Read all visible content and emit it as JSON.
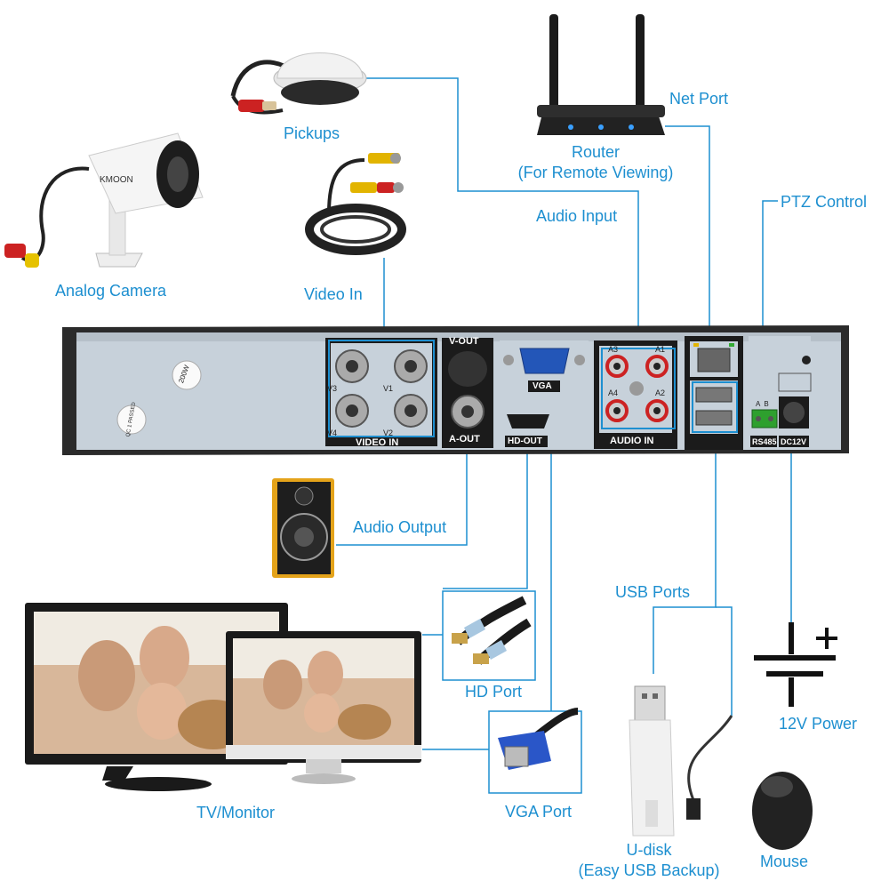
{
  "labels": {
    "pickups": "Pickups",
    "router": "Router",
    "router_sub": "(For Remote Viewing)",
    "net_port": "Net Port",
    "analog_camera": "Analog Camera",
    "video_in": "Video In",
    "audio_input": "Audio Input",
    "ptz_control": "PTZ Control",
    "audio_output": "Audio Output",
    "usb_ports": "USB Ports",
    "hd_port": "HD Port",
    "vga_port": "VGA Port",
    "tv_monitor": "TV/Monitor",
    "power": "12V Power",
    "udisk": "U-disk",
    "udisk_sub": "(Easy USB Backup)",
    "mouse": "Mouse"
  },
  "panel": {
    "video_in": "VIDEO IN",
    "v_out": "V-OUT",
    "a_out": "A-OUT",
    "vga": "VGA",
    "hd_out": "HD-OUT",
    "audio_in": "AUDIO IN",
    "rs485": "RS485",
    "dc12v": "DC12V",
    "ch_v1": "V1",
    "ch_v2": "V2",
    "ch_v3": "V3",
    "ch_v4": "V4",
    "ch_a1": "A1",
    "ch_a2": "A2",
    "ch_a3": "A3",
    "ch_a4": "A4",
    "ab": "A  B",
    "sticker1": "200W",
    "sticker2": "QC 1 PASSED"
  },
  "colors": {
    "line": "#1d8fd0",
    "label": "#1d8fd0",
    "panel": "#c7d1da",
    "frame": "#2b2b2b"
  }
}
